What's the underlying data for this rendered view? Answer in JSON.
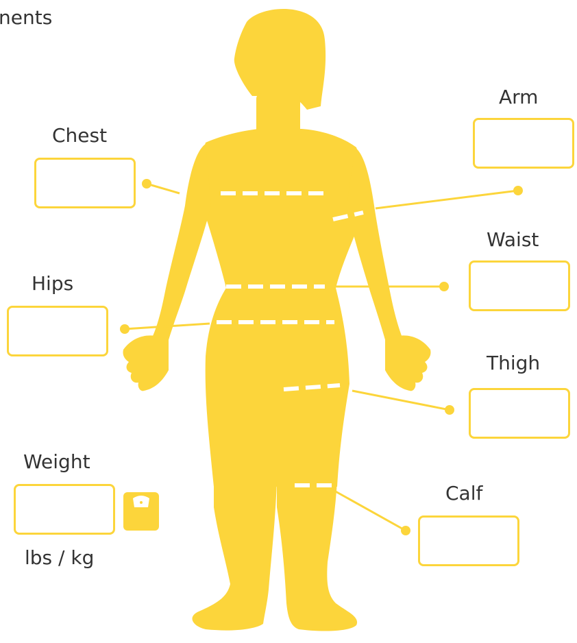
{
  "title_partial": "nents",
  "fields": {
    "chest": {
      "label": "Chest",
      "value": ""
    },
    "arm": {
      "label": "Arm",
      "value": ""
    },
    "waist": {
      "label": "Waist",
      "value": ""
    },
    "hips": {
      "label": "Hips",
      "value": ""
    },
    "thigh": {
      "label": "Thigh",
      "value": ""
    },
    "weight": {
      "label": "Weight",
      "value": "",
      "unit": "lbs / kg"
    },
    "calf": {
      "label": "Calf",
      "value": ""
    }
  },
  "icons": {
    "figure": "body-silhouette-icon",
    "scale": "bathroom-scale-icon"
  },
  "colors": {
    "accent": "#fcd53b",
    "text": "#333333",
    "background": "#ffffff"
  }
}
